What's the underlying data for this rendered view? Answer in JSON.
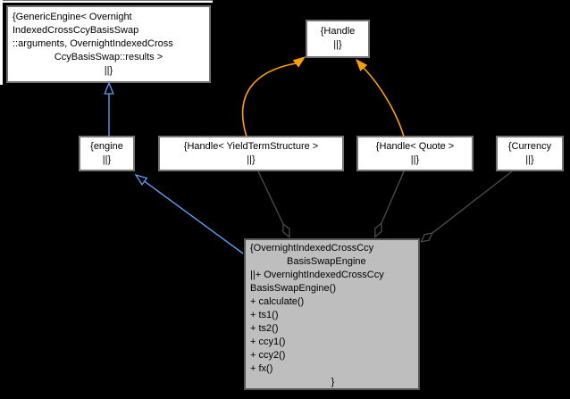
{
  "diagram": {
    "kind": "collaboration-graph",
    "background": "#000000"
  },
  "colors": {
    "background": "#000000",
    "node_fill": "#ffffff",
    "node_border": "#757575",
    "main_node_fill": "#bebebe",
    "main_node_border": "#565656",
    "inheritance_edge": "#58a0f0",
    "template_edge": "#ffa000",
    "member_edge": "#4a4a4a",
    "text": "#000000"
  },
  "nodes": {
    "generic_engine": {
      "lines": [
        "{GenericEngine< Overnight",
        "IndexedCrossCcyBasisSwap",
        "::arguments, OvernightIndexedCross",
        "CcyBasisSwap::results >",
        "||}"
      ]
    },
    "handle": {
      "lines": [
        "{Handle",
        "||}"
      ]
    },
    "engine": {
      "lines": [
        "{engine",
        "||}"
      ]
    },
    "handle_yts": {
      "lines": [
        "{Handle< YieldTermStructure >",
        "||}"
      ]
    },
    "handle_quote": {
      "lines": [
        "{Handle< Quote >",
        "||}"
      ]
    },
    "currency": {
      "lines": [
        "{Currency",
        "||}"
      ]
    },
    "main": {
      "lines": [
        "{OvernightIndexedCrossCcy",
        "BasisSwapEngine",
        "||+ OvernightIndexedCrossCcy",
        "BasisSwapEngine()",
        "+ calculate()",
        "+ ts1()",
        "+ ts2()",
        "+ ccy1()",
        "+ ccy2()",
        "+ fx()",
        "}"
      ]
    }
  }
}
